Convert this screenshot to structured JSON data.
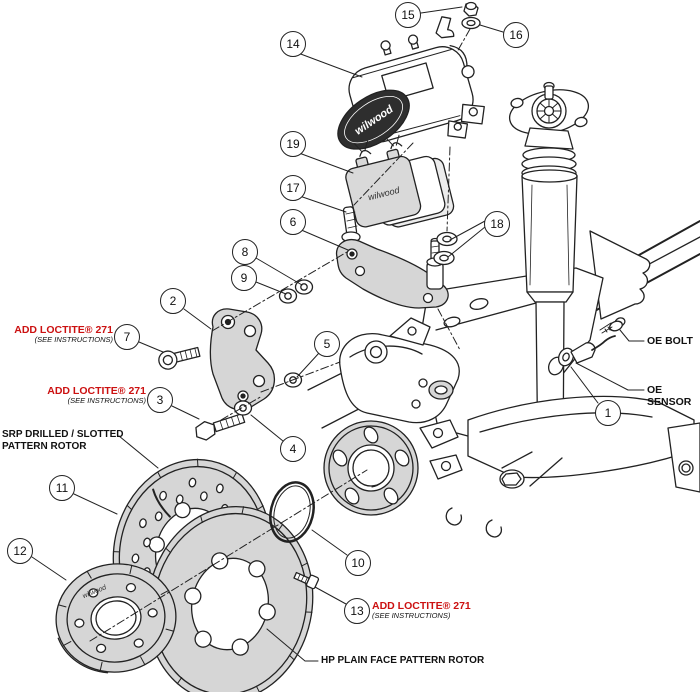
{
  "diagram": {
    "background": "#ffffff",
    "line_color": "#222222",
    "part_fill": "#d6d6d6",
    "loctite_red": "#cc1111"
  },
  "callouts": [
    "1",
    "2",
    "3",
    "4",
    "5",
    "6",
    "7",
    "8",
    "9",
    "10",
    "11",
    "12",
    "13",
    "14",
    "15",
    "16",
    "17",
    "18",
    "19"
  ],
  "labels": {
    "add_loctite": "ADD LOCTITE® 271",
    "see_instructions": "(SEE INSTRUCTIONS)",
    "oe_bolt": "OE BOLT",
    "oe_sensor": "OE SENSOR",
    "srp_rotor_line1": "SRP DRILLED / SLOTTED",
    "srp_rotor_line2": "PATTERN ROTOR",
    "hp_rotor": "HP PLAIN FACE PATTERN ROTOR",
    "brand_marking": "wilwood"
  }
}
